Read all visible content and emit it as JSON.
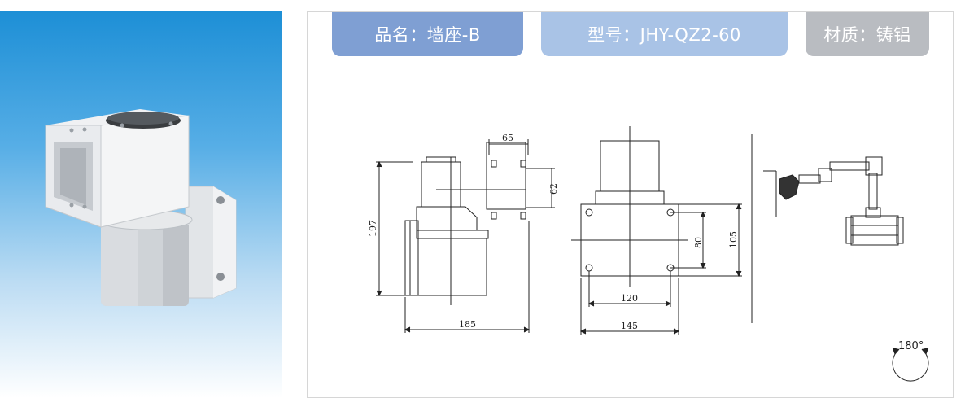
{
  "tabs": {
    "name": "品名：墙座-B",
    "model": "型号：JHY-QZ2-60",
    "material": "材质：铸铝"
  },
  "dimensions": {
    "side_top_width": "65",
    "side_bolt_spacing": "62",
    "side_height": "197",
    "side_width": "185",
    "front_hole_vertical": "80",
    "front_height": "105",
    "front_hole_horizontal": "120",
    "front_width": "145"
  },
  "rotation_label": "180°",
  "colors": {
    "tab_name": "#7f9fd3",
    "tab_model": "#a9c3e6",
    "tab_material": "#b9bcc1",
    "photo_gradient_top": "#1d8fd6"
  }
}
